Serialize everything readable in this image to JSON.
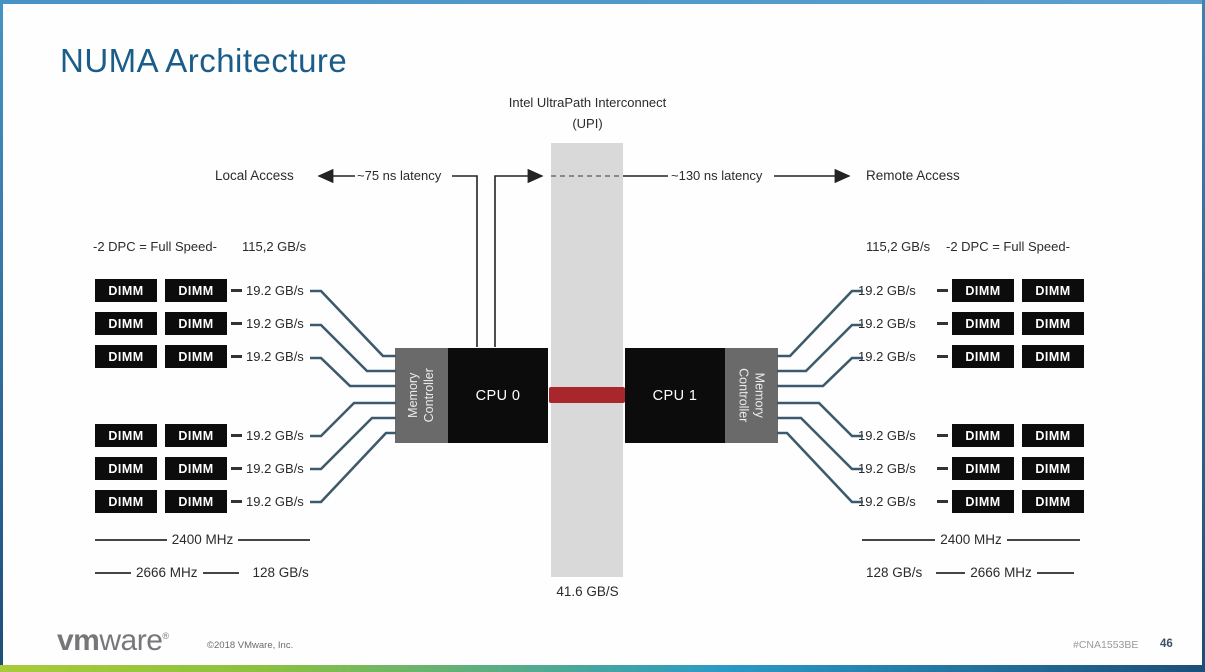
{
  "slide": {
    "title": "NUMA Architecture",
    "footer": {
      "logo_bold": "vm",
      "logo_rest": "ware",
      "logo_reg": "®",
      "copyright": "©2018 VMware, Inc.",
      "hashtag": "#CNA1553BE",
      "page_number": "46"
    }
  },
  "diagram": {
    "upi_title": "Intel UltraPath Interconnect",
    "upi_subtitle": "(UPI)",
    "upi_bandwidth": "41.6 GB/S",
    "local_access": "Local Access",
    "local_latency": "~75 ns latency",
    "remote_latency": "~130 ns latency",
    "remote_access": "Remote Access",
    "cpu0": "CPU 0",
    "cpu1": "CPU 1",
    "memory_controller": "Memory Controller",
    "dimm": "DIMM",
    "left": {
      "dpc": "-2 DPC = Full Speed-",
      "total_bw": "115,2 GB/s",
      "channels": [
        "19.2 GB/s",
        "19.2 GB/s",
        "19.2 GB/s",
        "19.2 GB/s",
        "19.2 GB/s",
        "19.2 GB/s"
      ],
      "mhz_2400": "2400 MHz",
      "mhz_2666": "2666 MHz",
      "bw_128": "128 GB/s"
    },
    "right": {
      "dpc": "-2 DPC = Full Speed-",
      "total_bw": "115,2 GB/s",
      "channels": [
        "19.2 GB/s",
        "19.2 GB/s",
        "19.2 GB/s",
        "19.2 GB/s",
        "19.2 GB/s",
        "19.2 GB/s"
      ],
      "mhz_2400": "2400 MHz",
      "mhz_2666": "2666 MHz",
      "bw_128": "128 GB/s"
    },
    "colors": {
      "accent_red": "#a9262c",
      "connector": "#3d5a6d",
      "title_blue": "#1b5d8a",
      "border_green": "#a9cb3a",
      "border_blue": "#4793c4",
      "border_navy": "#1c4e79"
    }
  }
}
